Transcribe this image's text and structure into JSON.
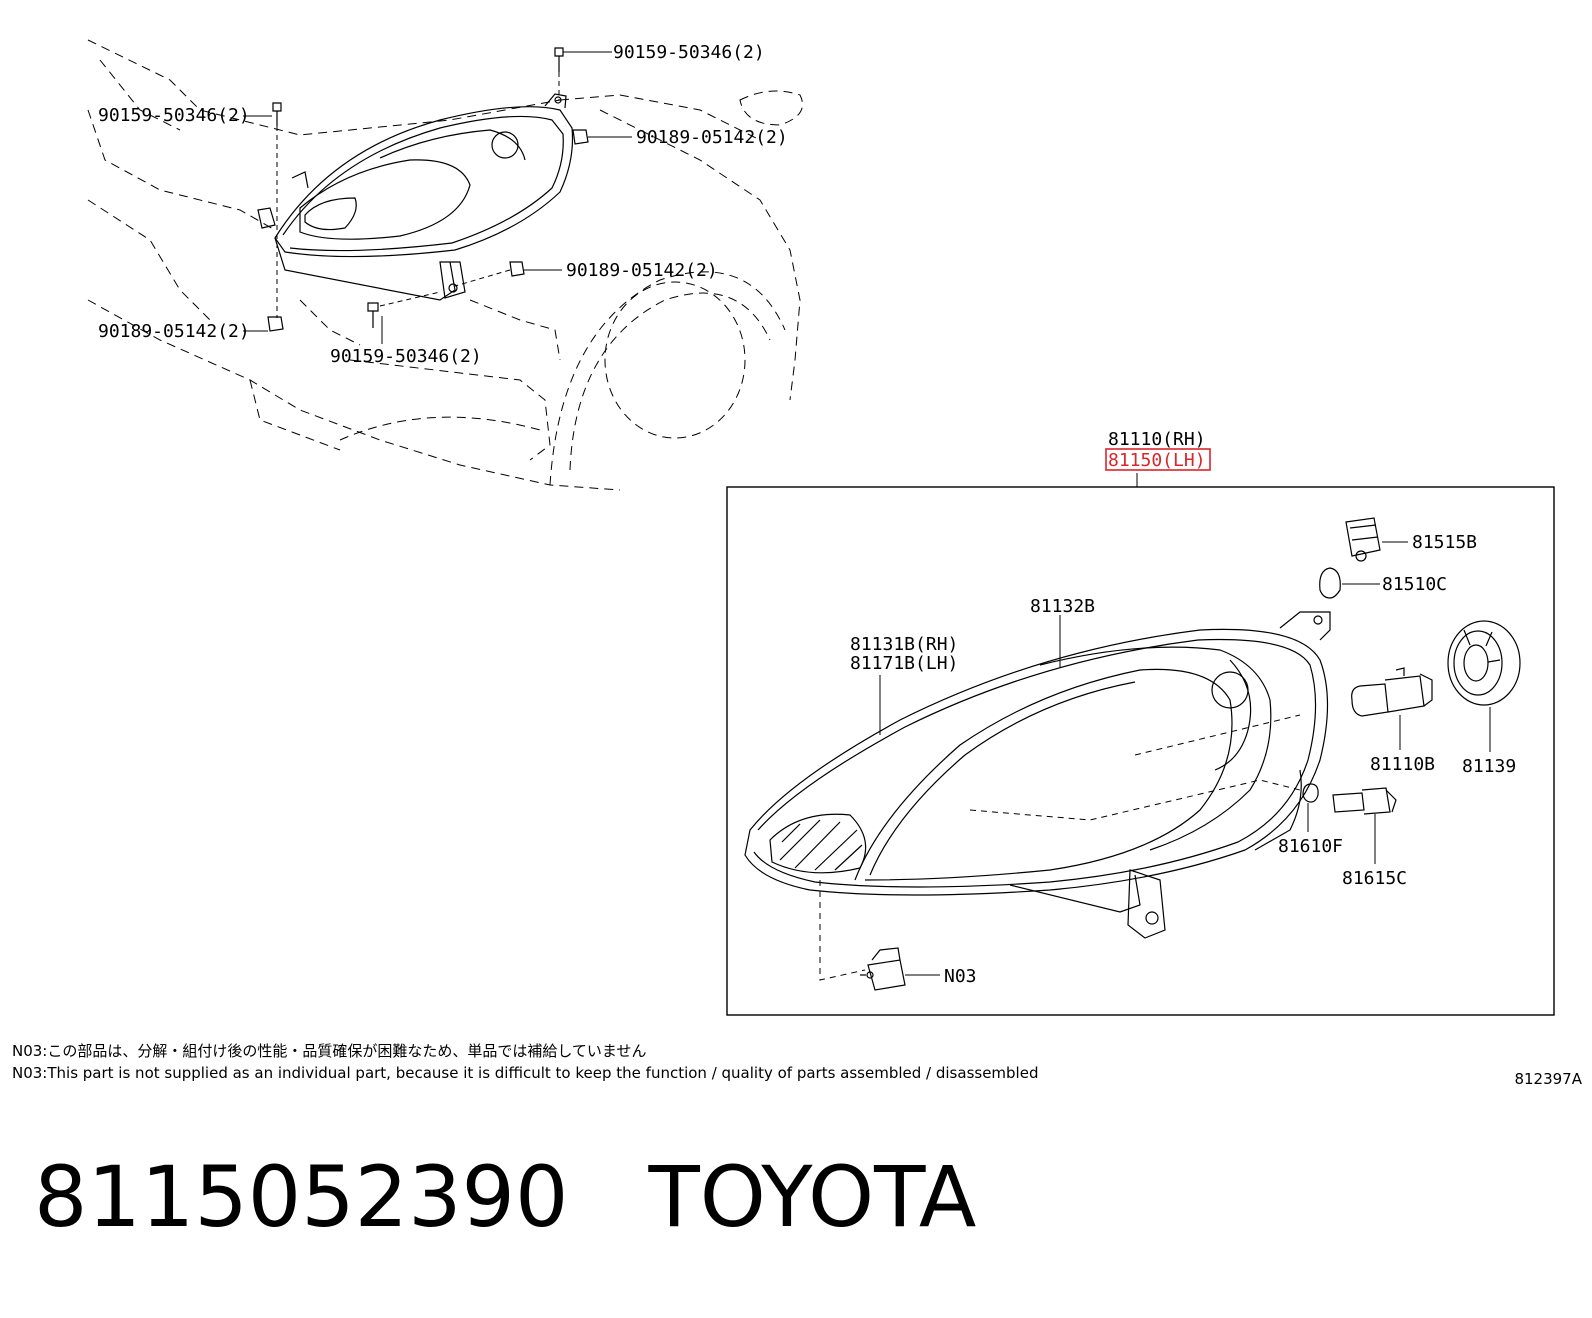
{
  "callouts": {
    "clip_top": "90159-50346(2)",
    "nut_top_right": "90189-05142(2)",
    "clip_left": "90159-50346(2)",
    "nut_right": "90189-05142(2)",
    "nut_left": "90189-05142(2)",
    "clip_bottom": "90159-50346(2)",
    "assy_rh": "81110(RH)",
    "assy_lh": "81150(LH)",
    "socket_81515B": "81515B",
    "bulb_81510C": "81510C",
    "housing_81132B": "81132B",
    "lens_rh": "81131B(RH)",
    "lens_lh": "81171B(LH)",
    "bulb_81110B": "81110B",
    "cover_81139": "81139",
    "bulb_81610F": "81610F",
    "socket_81615C": "81615C",
    "actuator_n03": "N03"
  },
  "highlight": {
    "color": "#d9262b",
    "callout": "81150(LH)"
  },
  "notes": {
    "jp": "N03:この部品は、分解・組付け後の性能・品質確保が困難なため、単品では補給していません",
    "en": "N03:This part is not supplied as an individual part, because it is difficult to keep the function / quality of parts assembled / disassembled"
  },
  "drawing_id": "812397A",
  "product": {
    "part_number": "8115052390",
    "brand": "TOYOTA"
  }
}
